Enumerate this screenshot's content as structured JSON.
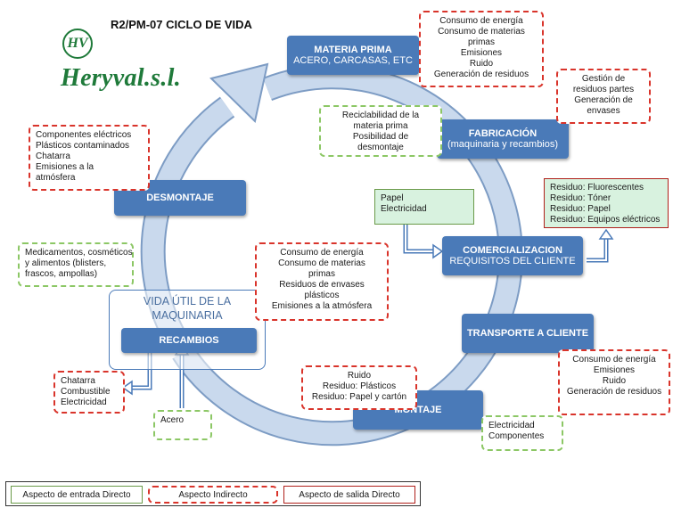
{
  "title": "R2/PM-07  CICLO DE VIDA",
  "logo": {
    "mark": "HV",
    "name": "Heryval.s.l."
  },
  "stages": {
    "materia_prima": {
      "title": "MATERIA PRIMA",
      "sub": "ACERO, CARCASAS, ETC"
    },
    "fabricacion": {
      "title": "FABRICACIÓN",
      "sub": "(maquinaria y recambios)"
    },
    "comercializacion": {
      "title": "COMERCIALIZACION",
      "sub": "REQUISITOS DEL CLIENTE"
    },
    "transporte": {
      "title": "TRANSPORTE A CLIENTE"
    },
    "montaje": {
      "title": "MONTAJE"
    },
    "recambios": {
      "title": "RECAMBIOS"
    },
    "desmontaje": {
      "title": "DESMONTAJE"
    }
  },
  "vida_util": [
    "VIDA ÚTIL DE LA",
    "MAQUINARIA"
  ],
  "notes": {
    "materia_out": [
      "Consumo de energía",
      "Consumo de materias",
      "primas",
      "Emisiones",
      "Ruido",
      "Generación de residuos"
    ],
    "gestion": [
      "Gestión de",
      "residuos partes",
      "Generación de",
      "envases"
    ],
    "reciclabilidad": [
      "Reciclabilidad de la",
      "materia prima",
      "Posibilidad de",
      "desmontaje"
    ],
    "residuos_fluo": [
      "Residuo: Fluorescentes",
      "Residuo: Tóner",
      "Residuo: Papel",
      "Residuo: Equipos eléctricos"
    ],
    "papel_elec": [
      "Papel",
      "Electricidad"
    ],
    "consumo_central": [
      "Consumo de energía",
      "Consumo de materias",
      "primas",
      "Residuos de envases",
      "plásticos",
      "Emisiones a la atmósfera"
    ],
    "componentes": [
      "Componentes eléctricos",
      "Plásticos contaminados",
      "Chatarra",
      "Emisiones a la",
      "atmósfera"
    ],
    "medicamentos": [
      "Medicamentos, cosméticos",
      "y alimentos (blisters,",
      "frascos, ampollas)"
    ],
    "chatarra": [
      "Chatarra",
      "Combustible",
      "Electricidad"
    ],
    "acero": [
      "Acero"
    ],
    "ruido_plasticos": [
      "Ruido",
      "Residuo: Plásticos",
      "Residuo: Papel y cartón"
    ],
    "transporte_out": [
      "Consumo de energía",
      "Emisiones",
      "Ruido",
      "Generación de residuos"
    ],
    "elec_comp": [
      "Electricidad",
      "Componentes"
    ]
  },
  "legend": {
    "entrada": "Aspecto de entrada Directo",
    "indirecto": "Aspecto Indirecto",
    "salida": "Aspecto de salida Directo"
  },
  "colors": {
    "stage": "#4a7ab8",
    "ring": "#b8cde6",
    "ring_edge": "#7d9cc4",
    "red_dash": "#d9342b",
    "green": "#8cc765",
    "brand": "#1f7a3a"
  }
}
